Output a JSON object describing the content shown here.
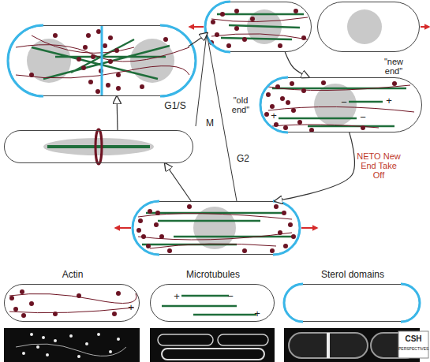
{
  "diagram": {
    "nodes": [
      {
        "text": []
      },
      {
        "text": []
      },
      {
        "text": []
      },
      {
        "text": [
          "\"new end\"",
          "\"old end\"",
          "−",
          "+",
          "+",
          "−"
        ]
      },
      {
        "text": []
      },
      {
        "text": []
      },
      {
        "text": [
          "Actin",
          "+"
        ]
      },
      {
        "text": [
          "Microtubules",
          "+",
          "−",
          "+"
        ]
      },
      {
        "text": [
          "Sterol domains"
        ]
      }
    ],
    "edges": [
      {
        "from": 0,
        "to": 1,
        "arrow": "to"
      },
      {
        "from": 1,
        "to": 3,
        "arrow": "to"
      },
      {
        "from": 3,
        "to": 4,
        "arrow": "to",
        "label": "NETO New End Take Off"
      },
      {
        "from": 4,
        "to": 5,
        "arrow": "to"
      },
      {
        "from": 5,
        "to": 0,
        "arrow": "to"
      }
    ],
    "labels": [
      "G1/S",
      "M",
      "G2",
      "CSH",
      "PERSPECTIVES"
    ]
  }
}
